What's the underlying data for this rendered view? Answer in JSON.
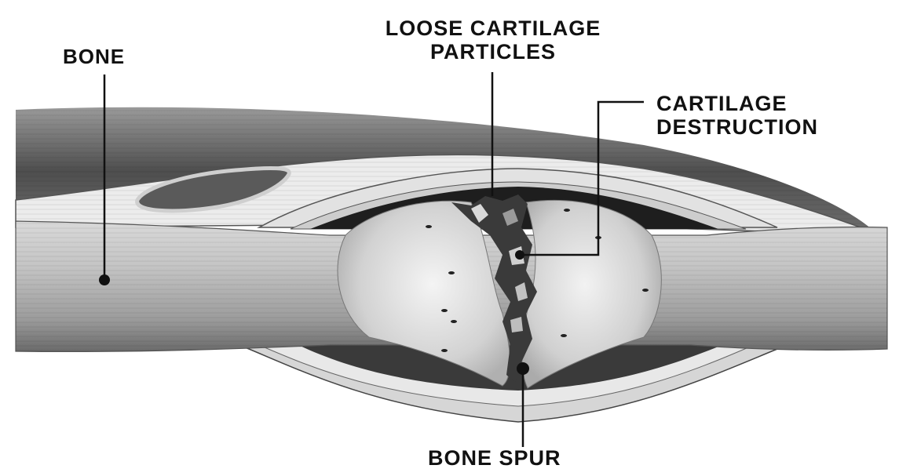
{
  "labels": {
    "bone": "BONE",
    "loose_line1": "LOOSE CARTILAGE",
    "loose_line2": "PARTICLES",
    "destruction_line1": "CARTILAGE",
    "destruction_line2": "DESTRUCTION",
    "bone_spur": "BONE SPUR"
  },
  "colors": {
    "background": "#ffffff",
    "label_text": "#111111",
    "muscle": "#6e6e6e",
    "tendon": "#e6e6e6",
    "capsule": "#d4d4d4",
    "joint_space": "#1c1c1c",
    "bone_shaft": "#bdbdbd",
    "bone_end": "#dedede"
  }
}
